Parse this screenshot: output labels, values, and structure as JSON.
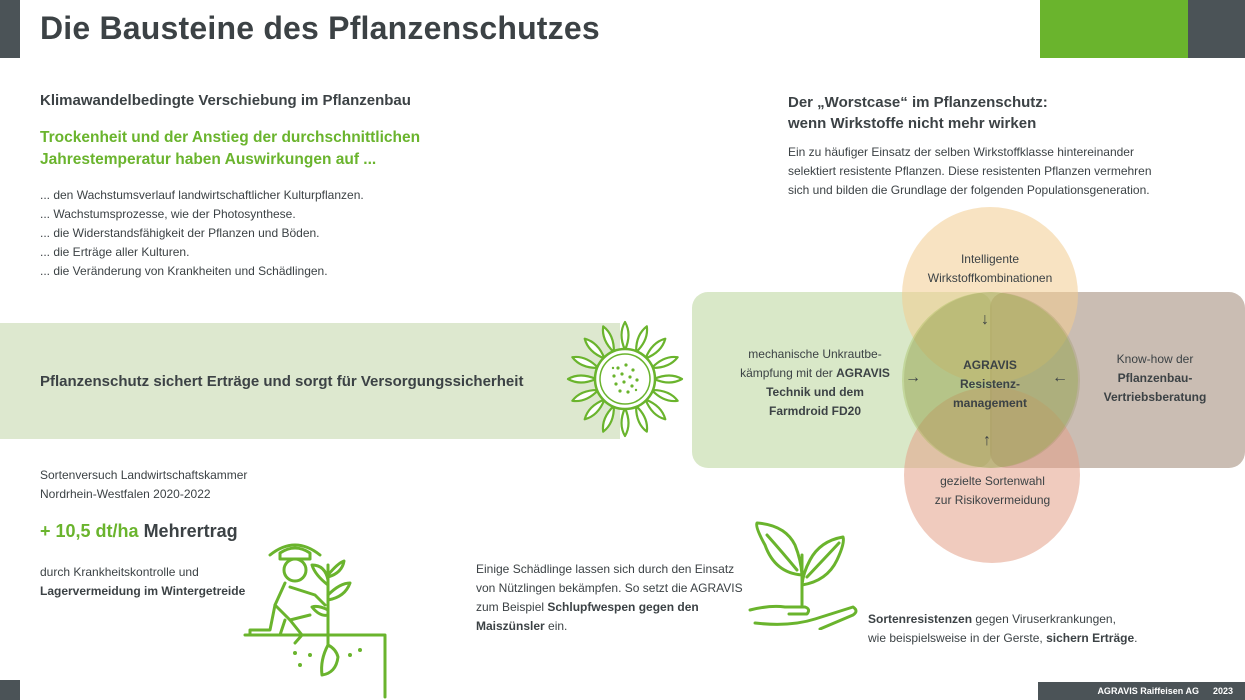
{
  "title": "Die Bausteine des Pflanzenschutzes",
  "left": {
    "heading": "Klimawandelbedingte Verschiebung im Pflanzenbau",
    "green_heading": "Trockenheit und der Anstieg der durchschnittlichen Jahrestemperatur haben Auswirkungen auf ...",
    "bullets": [
      "... den Wachstumsverlauf landwirtschaftlicher Kulturpflanzen.",
      "... Wachstumsprozesse, wie der Photosynthese.",
      "... die Widerstandsfähigkeit der Pflanzen und Böden.",
      "... die Erträge aller Kulturen.",
      "... die Veränderung von Krankheiten und Schädlingen."
    ],
    "band_text": "Pflanzenschutz sichert Erträge und sorgt für Versorgungssicherheit",
    "study_line1": "Sortenversuch Landwirtschaftskammer",
    "study_line2": "Nordrhein-Westfalen 2020-2022",
    "yield_green": "+ 10,5 dt/ha",
    "yield_dark": "Mehrertrag",
    "durch_line1": "durch Krankheitskontrolle und",
    "durch_line2": "Lagervermeidung im Wintergetreide"
  },
  "right": {
    "heading_line1": "Der „Worstcase“ im Pflanzenschutz:",
    "heading_line2": "wenn Wirkstoffe nicht mehr wirken",
    "para_line1": "Ein zu häufiger Einsatz der selben Wirkstoffklasse hintereinander",
    "para_line2": "selektiert resistente Pflanzen. Diese resistenten Pflanzen vermehren",
    "para_line3": "sich und bilden die Grundlage der folgenden Populationsgeneration."
  },
  "venn": {
    "top_line1": "Intelligente",
    "top_line2": "Wirkstoffkombinationen",
    "left_line1": "mechanische Unkrautbe-",
    "left_line2a": "kämpfung mit der ",
    "left_line2b": "AGRAVIS",
    "left_line3": "Technik und dem",
    "left_line4": "Farmdroid FD20",
    "center_line1": "AGRAVIS",
    "center_line2": "Resistenz-",
    "center_line3": "management",
    "right_line1": "Know-how der",
    "right_line2": "Pflanzenbau-",
    "right_line3": "Vertriebsberatung",
    "bottom_line1": "gezielte Sortenwahl",
    "bottom_line2": "zur Risikovermeidung",
    "arrow_down": "↓",
    "arrow_up": "↑",
    "arrow_right": "→",
    "arrow_left": "←",
    "colors": {
      "top": "#f2cc8f",
      "left": "#b9d59a",
      "right": "#a99585",
      "bottom": "#e4a088",
      "center": "#7fa63a"
    }
  },
  "schaedlinge": {
    "line1": "Einige Schädlinge lassen sich durch den Einsatz",
    "line2": "von Nützlingen bekämpfen. So setzt die AGRAVIS",
    "line3a": "zum Beispiel ",
    "line3b": "Schlupfwespen gegen den",
    "line4a": "Maiszünsler",
    "line4b": " ein."
  },
  "sortenresistenz": {
    "line1a": "Sortenresistenzen",
    "line1b": " gegen Viruserkrankungen,",
    "line2a": "wie beispielsweise in der Gerste, ",
    "line2b": "sichern Erträge",
    "line2c": "."
  },
  "footer": {
    "company": "AGRAVIS Raiffeisen AG",
    "year": "2023"
  },
  "icons": [
    "sunflower-icon",
    "farmer-planting-icon",
    "plant-in-hand-icon"
  ],
  "accent": "#6ab42d",
  "dark": "#4b5357"
}
